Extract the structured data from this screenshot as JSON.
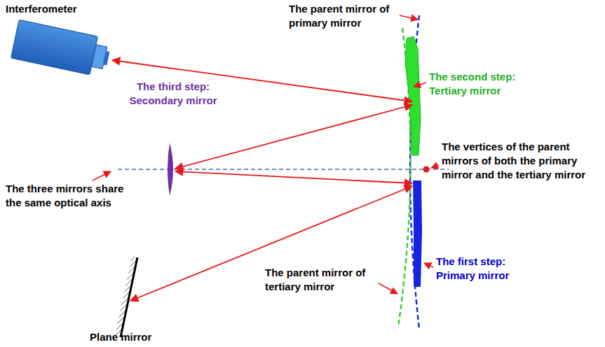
{
  "diagram": {
    "labels": [
      "Interferometer",
      "The parent mirror of primary mirror",
      "The second step: Tertiary mirror",
      "The third step: Secondary mirror",
      "The vertices of the parent mirrors of both the primary mirror and the tertiary mirror",
      "The three mirrors share the same optical axis",
      "The first step: Primary mirror",
      "The parent mirror of tertiary mirror",
      "Plane mirror"
    ]
  }
}
